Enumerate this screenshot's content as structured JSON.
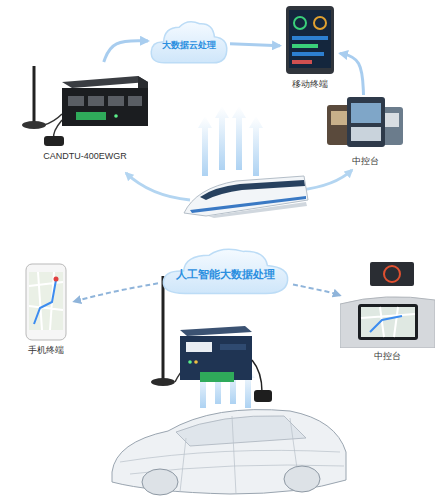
{
  "diagram": {
    "nodes": [
      {
        "text": [
          "大数据云处理"
        ]
      },
      {
        "text": [
          "移动终端"
        ]
      },
      {
        "text": [
          "CANDTU-400EWGR"
        ]
      },
      {
        "text": [
          "中控台"
        ]
      },
      {
        "text": [
          "人工智能大数据处理"
        ]
      },
      {
        "text": [
          "手机终端"
        ]
      },
      {
        "text": [
          "中控台"
        ]
      }
    ],
    "edges": [
      {
        "from": 2,
        "to": 0,
        "arrow": "to"
      },
      {
        "from": 0,
        "to": 1,
        "arrow": "to"
      },
      {
        "from": 3,
        "to": 1,
        "arrow": "to"
      },
      {
        "from": 4,
        "to": 5,
        "arrow": "to"
      },
      {
        "from": 4,
        "to": 6,
        "arrow": "to"
      }
    ]
  }
}
